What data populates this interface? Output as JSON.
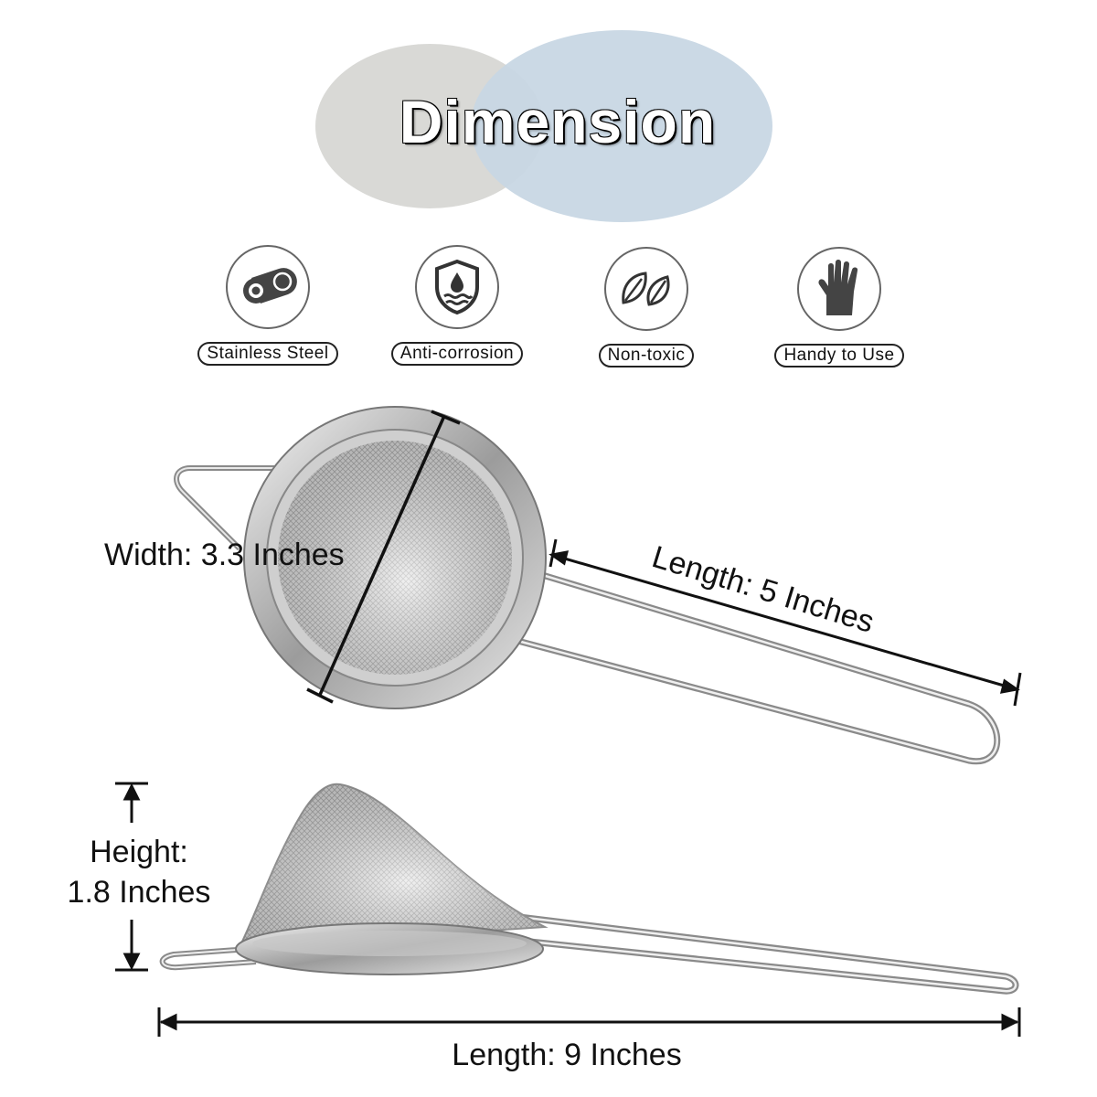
{
  "title": "Dimension",
  "features": [
    {
      "label": "Stainless Steel",
      "icon": "pipe-icon"
    },
    {
      "label": "Anti-corrosion",
      "icon": "shield-water-icon"
    },
    {
      "label": "Non-toxic",
      "icon": "leaves-icon"
    },
    {
      "label": "Handy to Use",
      "icon": "glove-icon"
    }
  ],
  "dimensions": {
    "width": "Width: 3.3 Inches",
    "length_handle": "Length: 5 Inches",
    "height_line1": "Height:",
    "height_line2": "1.8 Inches",
    "length_total": "Length: 9 Inches"
  },
  "colors": {
    "title_ellipse_left": "#d9d9d6",
    "title_ellipse_right": "#c9d7e3",
    "steel": "#b8b8b8",
    "outline": "#555555"
  }
}
